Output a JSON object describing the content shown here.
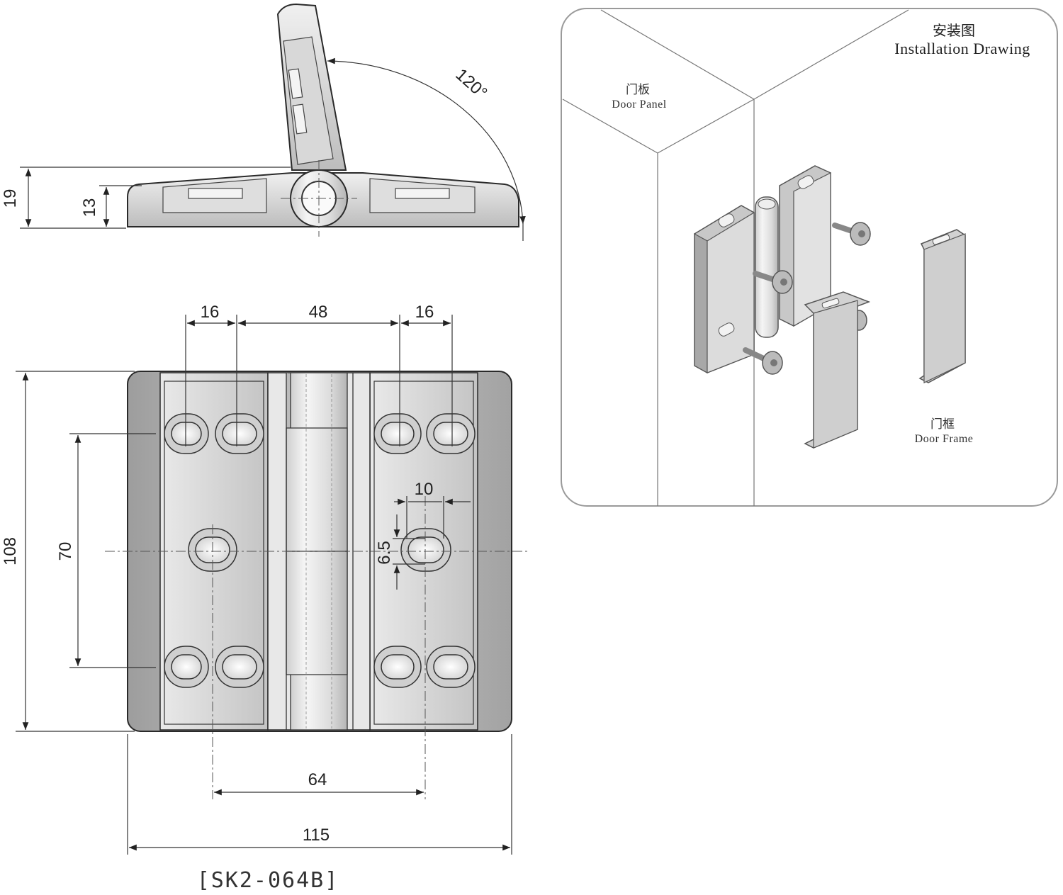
{
  "installation": {
    "title_cn": "安装图",
    "title_en": "Installation Drawing",
    "door_panel_cn": "门板",
    "door_panel_en": "Door Panel",
    "door_frame_cn": "门框",
    "door_frame_en": "Door Frame"
  },
  "side_view": {
    "dim_19": "19",
    "dim_13": "13",
    "angle": "120°"
  },
  "front_view": {
    "dim_16_left": "16",
    "dim_48": "48",
    "dim_16_right": "16",
    "dim_108": "108",
    "dim_70": "70",
    "dim_10": "10",
    "dim_6_5": "6.5",
    "dim_64": "64",
    "dim_115": "115"
  },
  "model": "[SK2-064B]",
  "colors": {
    "metal_light": "#f2f2f2",
    "metal_mid": "#d6d6d6",
    "metal_dark": "#a8a8a8",
    "line": "#2a2a2a",
    "panel_border": "#9a9a9a"
  }
}
